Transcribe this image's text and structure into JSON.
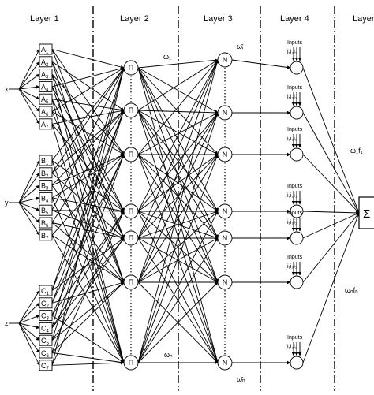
{
  "layers": [
    "Layer  1",
    "Layer  2",
    "Layer  3",
    "Layer  4",
    "Layer"
  ],
  "inputs": [
    "x",
    "y",
    "z"
  ],
  "mf_groups": [
    [
      "A1",
      "A2",
      "A3",
      "A4",
      "A5",
      "A6",
      "A7"
    ],
    [
      "B1",
      "B2",
      "B3",
      "B4",
      "B5",
      "B6",
      "B7"
    ],
    [
      "C1",
      "C2",
      "C3",
      "C4",
      "C5",
      "C6",
      "C7"
    ]
  ],
  "product_symbol": "Π",
  "norm_symbol": "N",
  "sum_symbol": "Σ",
  "labels": {
    "w1": "ω₁",
    "wn": "ωₙ",
    "w1_bar": "ω̄ᵢ",
    "wn_bar": "ω̄ₙ",
    "w1f1": "ω₁f₁",
    "wnfn": "ωₙfₙ",
    "inputs": "Inputs",
    "inputs_sub": "i₁i₂i₃"
  }
}
